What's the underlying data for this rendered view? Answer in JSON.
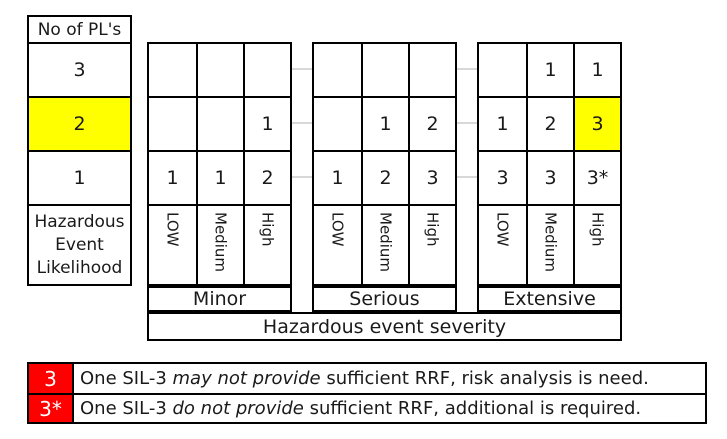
{
  "likelihood": {
    "header": "No of PL's",
    "rows": [
      "3",
      "2",
      "1"
    ],
    "footer": "Hazardous Event Likelihood"
  },
  "matrix": {
    "groups": [
      {
        "label": "Minor",
        "columns": [
          "LOW",
          "Medium",
          "High"
        ],
        "rows": [
          [
            "",
            "",
            ""
          ],
          [
            "",
            "",
            "1"
          ],
          [
            "1",
            "1",
            "2"
          ]
        ]
      },
      {
        "label": "Serious",
        "columns": [
          "LOW",
          "Medium",
          "High"
        ],
        "rows": [
          [
            "",
            "",
            ""
          ],
          [
            "",
            "1",
            "2"
          ],
          [
            "1",
            "2",
            "3"
          ]
        ]
      },
      {
        "label": "Extensive",
        "columns": [
          "LOW",
          "Medium",
          "High"
        ],
        "rows": [
          [
            "",
            "1",
            "1"
          ],
          [
            "1",
            "2",
            "3"
          ],
          [
            "3",
            "3",
            "3*"
          ]
        ]
      }
    ],
    "severity_label": "Hazardous event severity"
  },
  "legend": {
    "rows": [
      {
        "key": "3",
        "prefix": "One SIL-3 ",
        "italic": "may not provide",
        "suffix": " sufficient RRF, risk analysis is need."
      },
      {
        "key": "3*",
        "prefix": "One SIL-3 ",
        "italic": "do not provide",
        "suffix": " sufficient RRF, additional is required."
      }
    ]
  },
  "colors": {
    "highlight": "#ffff00",
    "legend_key_bg": "#ff0000",
    "legend_key_text": "#ffffff",
    "grid_line": "#000000",
    "connector": "#d8d8d8"
  }
}
